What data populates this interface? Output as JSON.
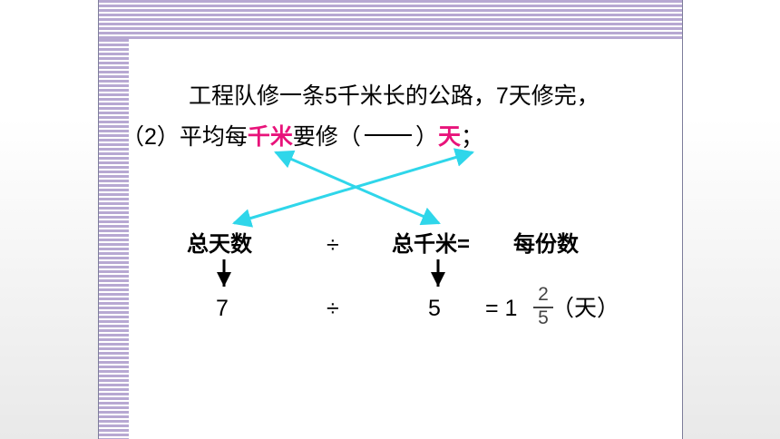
{
  "problem": {
    "line1": "工程队修一条5千米长的公路，7天修完，",
    "line2_pre": "（2）平均每",
    "line2_hl1": "千米",
    "line2_mid": "要修（",
    "line2_post": "）",
    "line2_hl2": "天",
    "line2_end": "；"
  },
  "formula": {
    "term1": "总天数",
    "op": "÷",
    "term2": "总千米=",
    "result": "每份数"
  },
  "calc": {
    "a": "7",
    "op": "÷",
    "b": "5",
    "equals": "= 1",
    "frac_num": "2",
    "frac_den": "5",
    "unit": "（天）"
  },
  "colors": {
    "highlight": "#e8137a",
    "arrow": "#2fd6ea",
    "stripe": "#b7a8d2"
  }
}
